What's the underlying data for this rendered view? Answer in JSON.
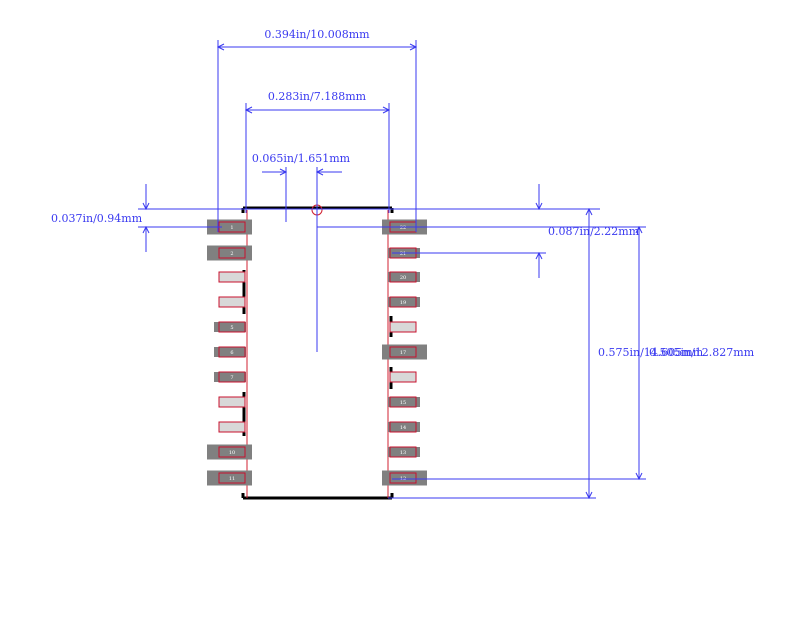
{
  "colors": {
    "dimension": "#3a3af0",
    "outline": "#000000",
    "pad_fill": "#808080",
    "pad_edge": "#c8102e",
    "pad_empty": "#d8d8d8"
  },
  "dimensions": {
    "package_width": "0.394in/10.008mm",
    "body_width": "0.283in/7.188mm",
    "lead_width": "0.065in/1.651mm",
    "lead_length": "0.037in/0.94mm",
    "pitch": "0.087in/2.22mm",
    "body_length": "0.575in/14.605mm",
    "pin_span": "0.505in/12.827mm"
  },
  "pins": {
    "left": [
      "1",
      "2",
      "",
      "",
      "5",
      "6",
      "7",
      "",
      "",
      "10",
      "11"
    ],
    "right": [
      "22",
      "21",
      "20",
      "19",
      "",
      "17",
      "",
      "15",
      "14",
      "13",
      "12"
    ]
  }
}
